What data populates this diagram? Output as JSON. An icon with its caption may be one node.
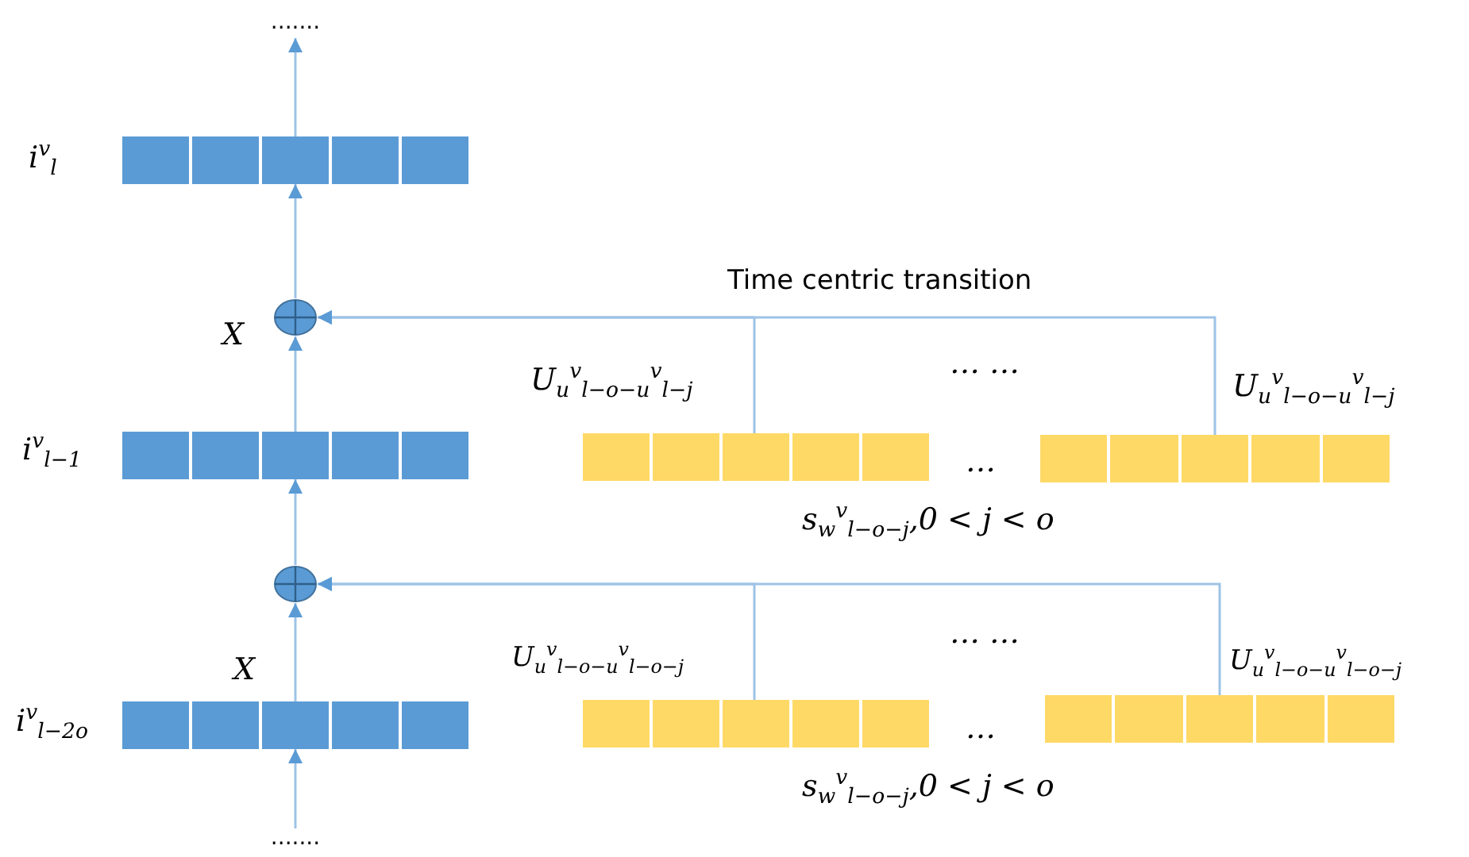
{
  "diagram": {
    "nodes": [
      {
        "text": [
          "......."
        ]
      },
      {
        "text": [],
        "shape": "bar",
        "beside": [
          "i$^{v}$$_{l}$"
        ]
      },
      {
        "text": [],
        "shape": "circle"
      },
      {
        "text": [],
        "shape": "bar",
        "beside": [
          "i$^{v}$$_{l−1}$"
        ]
      },
      {
        "text": [],
        "shape": "bar",
        "beside": [
          "U$_{u}$$^{v}$$_{l−o}$$_{−u}$$^{v}$$_{l−j}$"
        ]
      },
      {
        "text": [],
        "shape": "bar",
        "beside": [
          "U$_{u}$$^{v}$$_{l−o}$$_{−u}$$^{v}$$_{l−j}$"
        ]
      },
      {
        "text": [],
        "shape": "circle"
      },
      {
        "text": [],
        "shape": "bar",
        "beside": [
          "i$^{v}$$_{l−2o}$"
        ]
      },
      {
        "text": [],
        "shape": "bar",
        "beside": [
          "U$_{u}$$^{v}$$_{l−o}$$_{−u}$$^{v}$$_{l−o−j}$"
        ]
      },
      {
        "text": [],
        "shape": "bar",
        "beside": [
          "U$_{u}$$^{v}$$_{l−o}$$_{−u}$$^{v}$$_{l−o−j}$"
        ]
      },
      {
        "text": [
          "......."
        ]
      }
    ],
    "edges": [
      {
        "from": 1,
        "to": 0,
        "arrow": "to"
      },
      {
        "from": 2,
        "to": 1,
        "arrow": "to"
      },
      {
        "from": 3,
        "to": 2,
        "arrow": "to"
      },
      {
        "from": 4,
        "to": 2,
        "arrow": "to"
      },
      {
        "from": 5,
        "to": 2,
        "arrow": "to"
      },
      {
        "from": 6,
        "to": 3,
        "arrow": "to"
      },
      {
        "from": 7,
        "to": 6,
        "arrow": "to"
      },
      {
        "from": 8,
        "to": 6,
        "arrow": "to"
      },
      {
        "from": 9,
        "to": 6,
        "arrow": "to"
      },
      {
        "from": 10,
        "to": 7,
        "arrow": "to"
      }
    ],
    "labels": [
      "Time centric transition",
      "X",
      "… …",
      "…",
      "s$_{w}$$^{v}$$_{l−o−j}$,0 < j < o",
      "X",
      "… …",
      "…",
      "s$_{w}$$^{v}$$_{l−o−j}$,0 < j < o"
    ]
  }
}
